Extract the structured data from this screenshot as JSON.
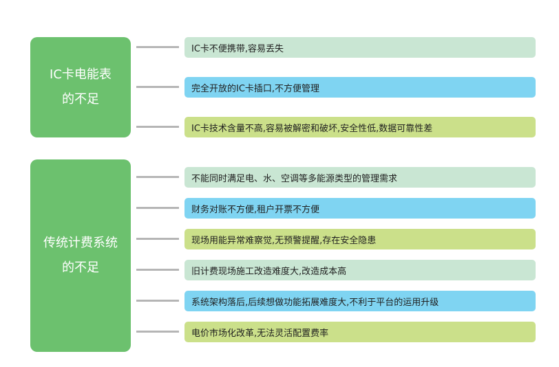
{
  "groups": [
    {
      "title_line1": "IC卡电能表",
      "title_line2": "的不足",
      "items": [
        {
          "text": "IC卡不便携带,容易丢失",
          "color": "#c9e6d3"
        },
        {
          "text": "完全开放的IC卡插口,不方便管理",
          "color": "#7fd4f2"
        },
        {
          "text": "IC卡技术含量不高,容易被解密和破坏,安全性低,数据可靠性差",
          "color": "#cbe08a"
        }
      ]
    },
    {
      "title_line1": "传统计费系统",
      "title_line2": "的不足",
      "items": [
        {
          "text": "不能同时满足电、水、空调等多能源类型的管理需求",
          "color": "#c9e6d3"
        },
        {
          "text": "财务对账不方便,租户开票不方便",
          "color": "#7fd4f2"
        },
        {
          "text": "现场用能异常难察觉,无预警提醒,存在安全隐患",
          "color": "#cbe08a"
        },
        {
          "text": "旧计费现场施工改造难度大,改造成本高",
          "color": "#c9e6d3"
        },
        {
          "text": "系统架构落后,后续想做功能拓展难度大,不利于平台的运用升级",
          "color": "#7fd4f2"
        },
        {
          "text": "电价市场化改革,无法灵活配置费率",
          "color": "#cbe08a"
        }
      ]
    }
  ],
  "colors": {
    "group_box": "#6cc16e",
    "connector": "#b5b5b5",
    "text": "#1f1f1f"
  }
}
